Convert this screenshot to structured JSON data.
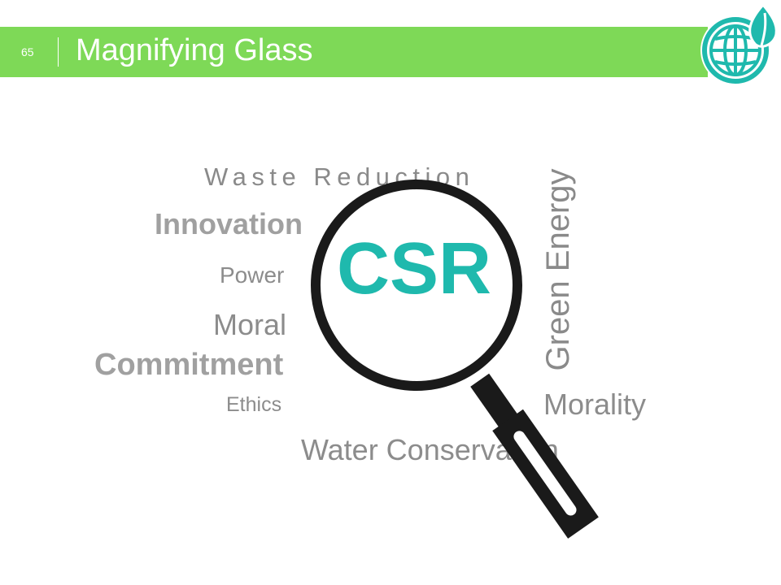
{
  "slide": {
    "number": "65",
    "title": "Magnifying Glass"
  },
  "logo": {
    "icon": "globe-leaf-icon",
    "color": "#1fb9ad"
  },
  "words": {
    "waste_reduction": "Waste Reduction",
    "innovation": "Innovation",
    "power": "Power",
    "moral": "Moral",
    "commitment": "Commitment",
    "ethics": "Ethics",
    "green_energy": "Green Energy",
    "morality": "Morality",
    "water_conservation": "Water Conservation"
  },
  "center_word": "CSR",
  "colors": {
    "title_bar": "#7ed957",
    "accent": "#1fb9ad",
    "text_gray": "#8c8c8c",
    "magnifier": "#1a1a1a"
  }
}
